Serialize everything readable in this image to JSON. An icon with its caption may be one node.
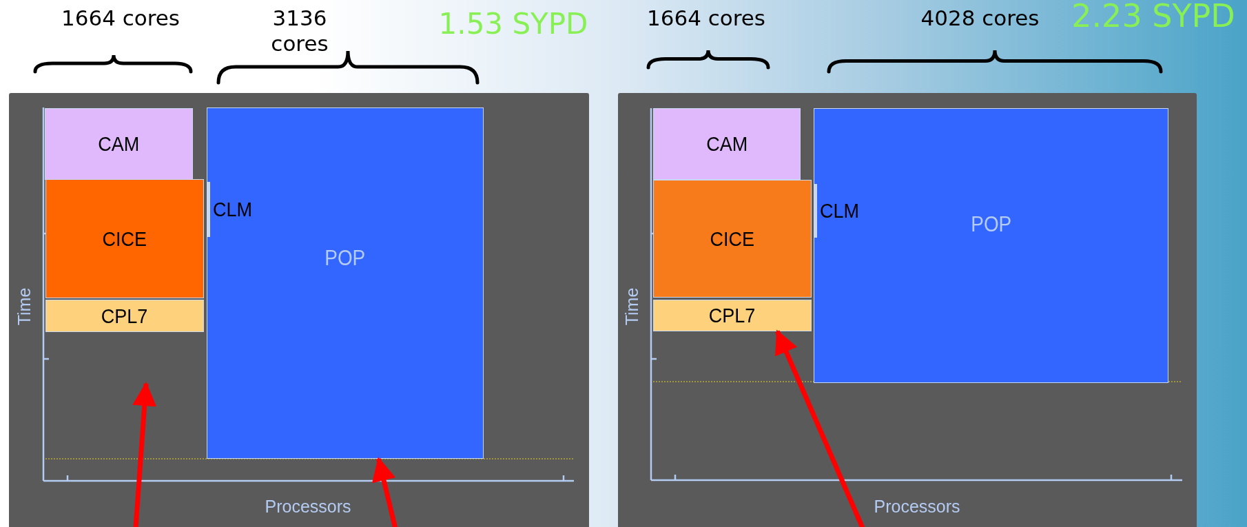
{
  "diagram": {
    "nodes": [
      {
        "text": [],
        "shape": "box"
      },
      {
        "text": [
          "CAM"
        ],
        "in": 0
      },
      {
        "text": [
          "CICE"
        ],
        "in": 0
      },
      {
        "text": [
          "CPL7"
        ],
        "in": 0
      },
      {
        "text": [
          "POP"
        ],
        "in": 0
      },
      {
        "text": [
          "CLM"
        ],
        "in": 4
      },
      {
        "text": [],
        "shape": "box"
      },
      {
        "text": [
          "CAM"
        ],
        "in": 6
      },
      {
        "text": [
          "CICE"
        ],
        "in": 6
      },
      {
        "text": [
          "CPL7"
        ],
        "in": 6
      },
      {
        "text": [
          "POP"
        ],
        "in": 6
      },
      {
        "text": [
          "CLM"
        ],
        "in": 10
      }
    ],
    "edges": [
      {
        "from": null,
        "to": 4,
        "arrow": "to"
      },
      {
        "from": null,
        "to": 9,
        "arrow": "to"
      }
    ],
    "labels": [
      "1664 cores",
      "3136 cores",
      "1.53 SYPD",
      "1664 cores",
      "4028 cores",
      "2.23 SYPD",
      "Time",
      "Processors",
      "Time",
      "Processors"
    ]
  }
}
